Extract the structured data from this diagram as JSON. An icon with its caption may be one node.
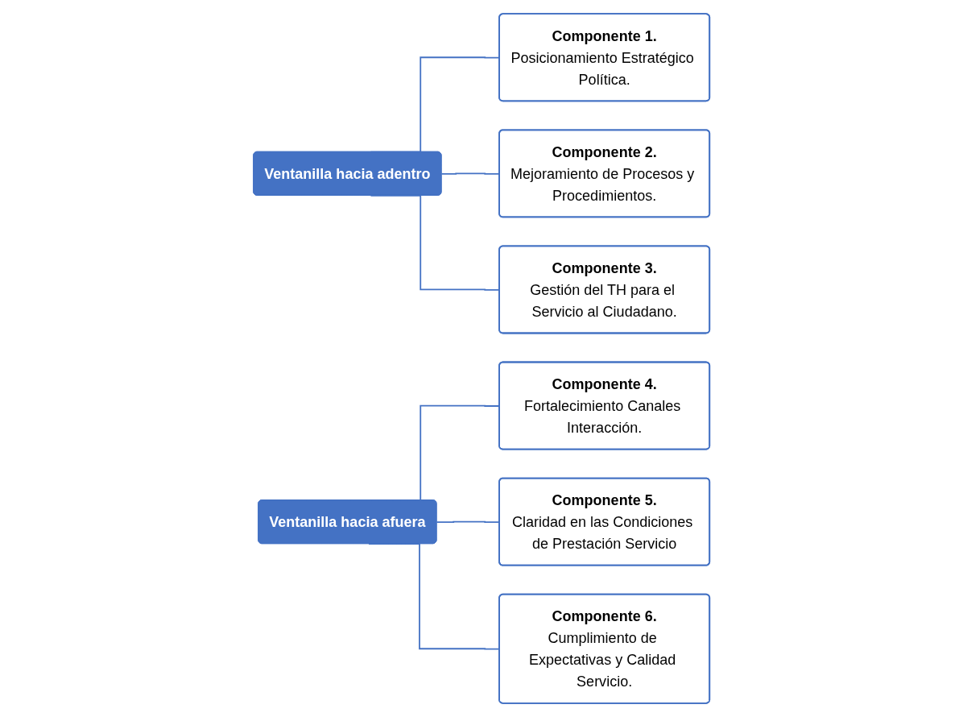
{
  "diagram": {
    "nodes": [
      {
        "text": [
          "Ventanilla hacia adentro"
        ]
      },
      {
        "text": [
          "Componente 1.",
          "Posicionamiento Estratégico Política."
        ]
      },
      {
        "text": [
          "Componente 2.",
          "Mejoramiento de Procesos y Procedimientos."
        ]
      },
      {
        "text": [
          "Componente 3.",
          "Gestión del TH para el Servicio al Ciudadano."
        ]
      },
      {
        "text": [
          "Ventanilla hacia afuera"
        ]
      },
      {
        "text": [
          "Componente 4.",
          "Fortalecimiento Canales Interacción."
        ]
      },
      {
        "text": [
          "Componente 5.",
          "Claridad en las Condiciones de Prestación Servicio"
        ]
      },
      {
        "text": [
          "Componente 6.",
          "Cumplimiento de Expectativas y Calidad Servicio."
        ]
      }
    ],
    "edges": [
      {
        "from": 0,
        "to": 1,
        "arrow": "none"
      },
      {
        "from": 0,
        "to": 2,
        "arrow": "none"
      },
      {
        "from": 0,
        "to": 3,
        "arrow": "none"
      },
      {
        "from": 4,
        "to": 5,
        "arrow": "none"
      },
      {
        "from": 4,
        "to": 6,
        "arrow": "none"
      },
      {
        "from": 4,
        "to": 7,
        "arrow": "none"
      }
    ]
  }
}
